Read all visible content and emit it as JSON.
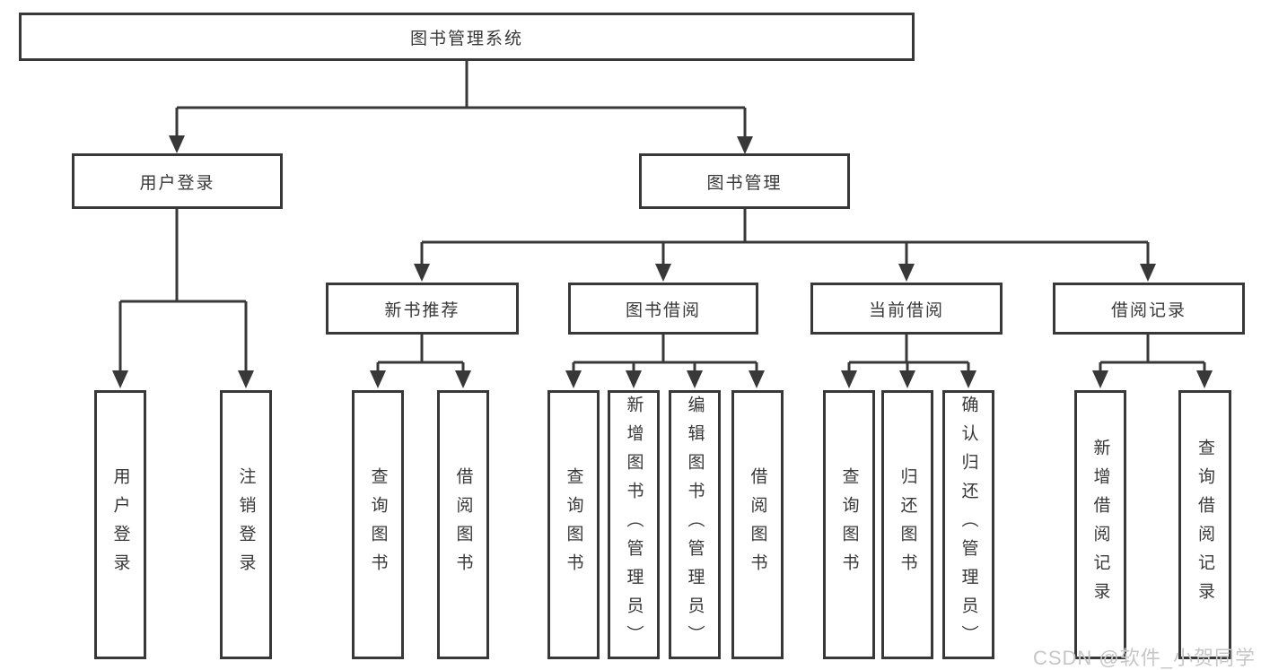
{
  "diagram": {
    "root": {
      "label": "图书管理系统"
    },
    "level2": [
      {
        "label": "用户登录",
        "children": [
          "用户登录",
          "注销登录"
        ]
      },
      {
        "label": "图书管理"
      }
    ],
    "level3": [
      {
        "label": "新书推荐",
        "children": [
          "查询图书",
          "借阅图书"
        ]
      },
      {
        "label": "图书借阅",
        "children": [
          "查询图书",
          "新增图书（管理员）",
          "编辑图书（管理员）",
          "借阅图书"
        ]
      },
      {
        "label": "当前借阅",
        "children": [
          "查询图书",
          "归还图书",
          "确认归还（管理员）"
        ]
      },
      {
        "label": "借阅记录",
        "children": [
          "新增借阅记录",
          "查询借阅记录"
        ]
      }
    ],
    "watermark": "CSDN @软件_小贺同学",
    "colors": {
      "line": "#383838",
      "text": "#383838",
      "box_background": "#ffffff",
      "page_background": "#ffffff",
      "watermark": "#c6c6c6"
    }
  }
}
